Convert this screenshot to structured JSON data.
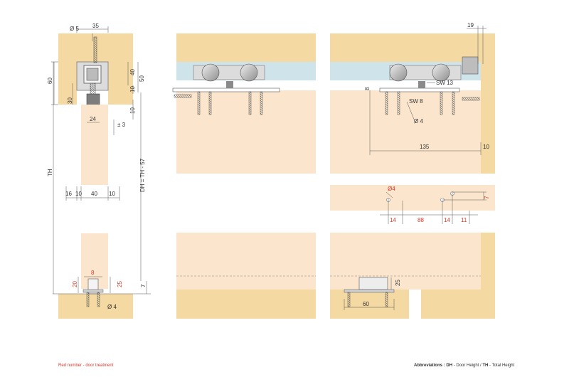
{
  "colors": {
    "wood": "#f5d9a3",
    "door": "#fbe6cd",
    "rail": "#cfe3ea",
    "metal": "#a9a9a9",
    "dim_line": "#555555",
    "red_dim": "#d33a2c"
  },
  "left_view": {
    "labels": {
      "d5": "Ø 5",
      "w35": "35",
      "h40": "40",
      "h50": "50",
      "h60": "60",
      "h10a": "10",
      "h10b": "10",
      "h30": "30",
      "w24": "24",
      "pm3": "± 3",
      "th": "TH",
      "dh": "DH = TH - 57",
      "w16": "16",
      "w10a": "10",
      "w40": "40",
      "w10b": "10",
      "red8": "8",
      "red20": "20",
      "red25": "25",
      "h7": "7",
      "d4": "Ø 4"
    }
  },
  "right_views": {
    "labels": {
      "w19": "19",
      "sw13": "SW 13",
      "sw8": "SW 8",
      "h8": "8",
      "d4": "Ø 4",
      "w135": "135",
      "w10": "10",
      "red_d4": "Ø4",
      "red7": "7",
      "red14a": "14",
      "red88": "88",
      "red14b": "14",
      "red11": "11",
      "w60": "60",
      "h25": "25"
    }
  },
  "footer": {
    "red_note": "Red number - door treatment",
    "abbr_title": "Abbreviations :",
    "dh_abbr": "DH",
    "dh_text": " - Door Height / ",
    "th_abbr": "TH",
    "th_text": " - Total Height"
  }
}
